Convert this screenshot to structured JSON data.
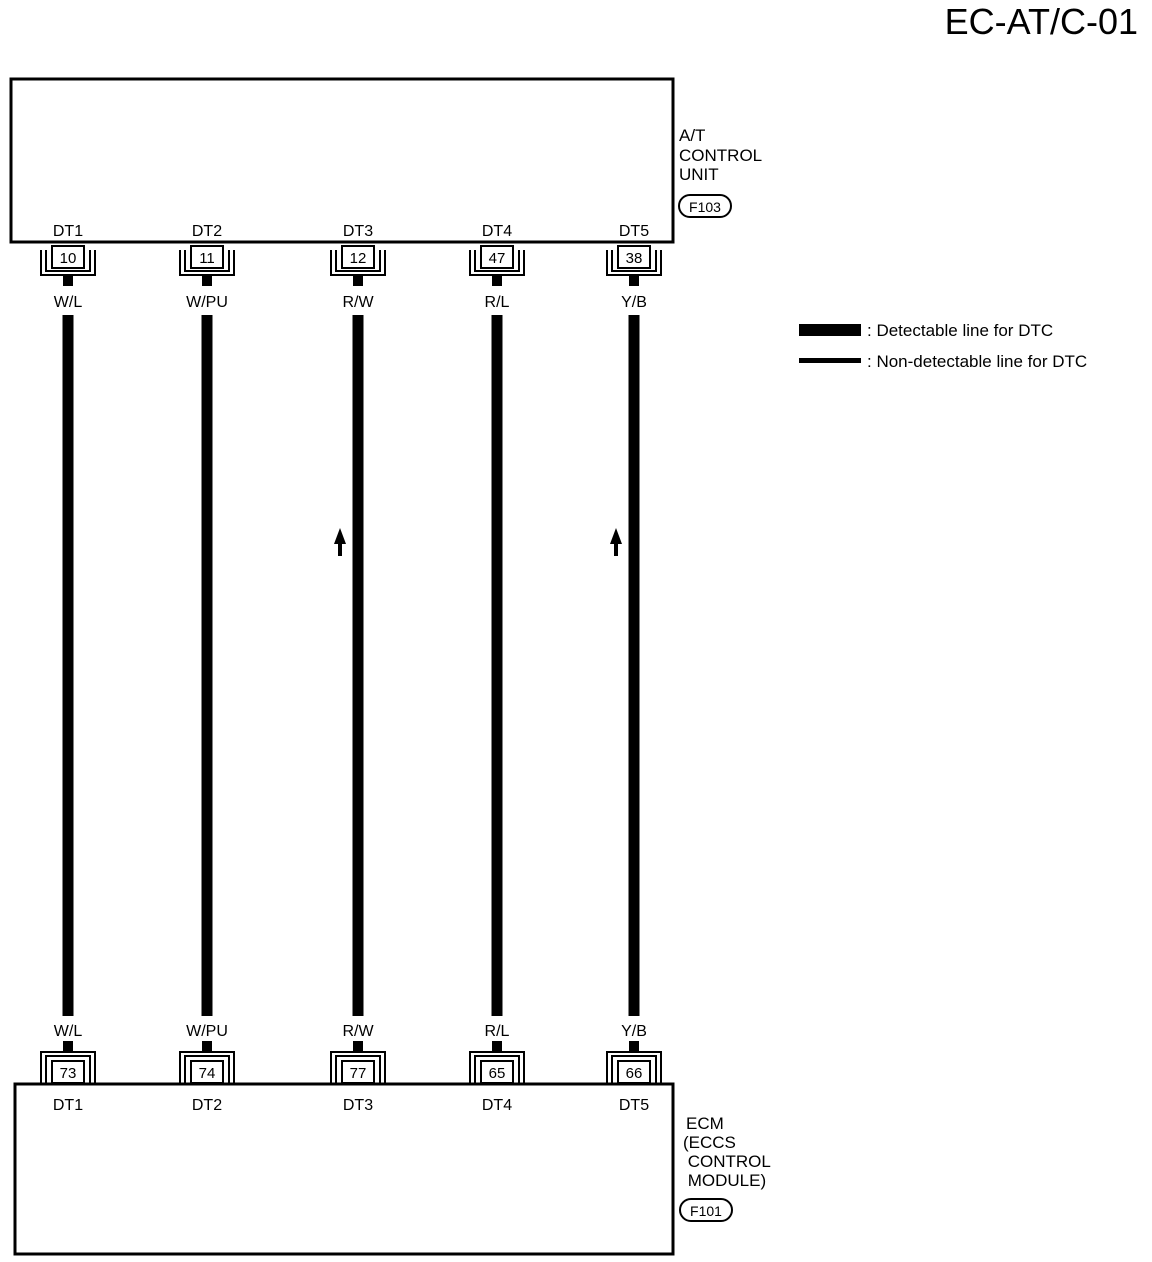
{
  "page_code": "EC-AT/C-01",
  "top_unit": {
    "name_lines": [
      "A/T",
      "CONTROL",
      "UNIT"
    ],
    "connector": "F103",
    "pins": [
      {
        "signal": "DT1",
        "pin": "10",
        "wire": "W/L"
      },
      {
        "signal": "DT2",
        "pin": "11",
        "wire": "W/PU"
      },
      {
        "signal": "DT3",
        "pin": "12",
        "wire": "R/W"
      },
      {
        "signal": "DT4",
        "pin": "47",
        "wire": "R/L"
      },
      {
        "signal": "DT5",
        "pin": "38",
        "wire": "Y/B"
      }
    ]
  },
  "bottom_unit": {
    "name_lines": [
      "ECM",
      "(ECCS",
      " CONTROL",
      " MODULE)"
    ],
    "connector": "F101",
    "pins": [
      {
        "signal": "DT1",
        "pin": "73",
        "wire": "W/L"
      },
      {
        "signal": "DT2",
        "pin": "74",
        "wire": "W/PU"
      },
      {
        "signal": "DT3",
        "pin": "77",
        "wire": "R/W"
      },
      {
        "signal": "DT4",
        "pin": "65",
        "wire": "R/L"
      },
      {
        "signal": "DT5",
        "pin": "66",
        "wire": "Y/B"
      }
    ]
  },
  "wires": [
    {
      "name": "W/L",
      "detectable": true,
      "arrow": false
    },
    {
      "name": "W/PU",
      "detectable": true,
      "arrow": false
    },
    {
      "name": "R/W",
      "detectable": true,
      "arrow": true
    },
    {
      "name": "R/L",
      "detectable": true,
      "arrow": false
    },
    {
      "name": "Y/B",
      "detectable": true,
      "arrow": true
    }
  ],
  "legend": {
    "detectable": ": Detectable line for DTC",
    "non_detectable": ": Non-detectable line for DTC"
  }
}
